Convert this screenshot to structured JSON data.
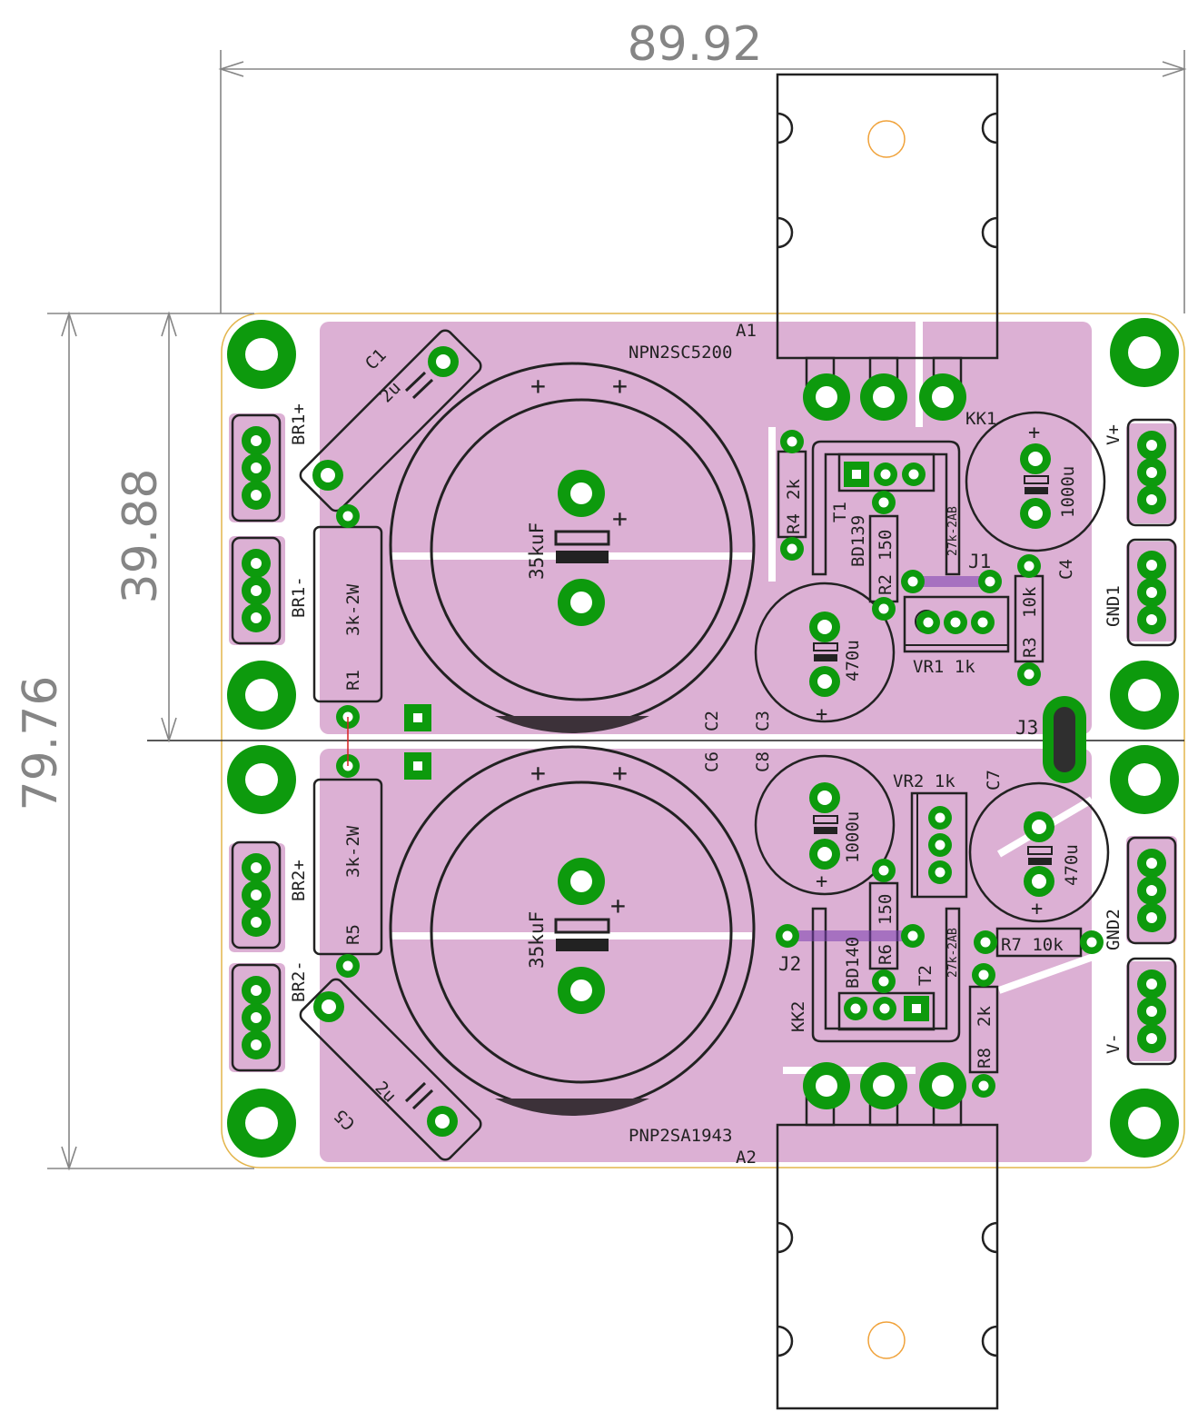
{
  "dimensions": {
    "width": "89.92",
    "height_total": "79.76",
    "height_half": "39.88"
  },
  "labels": {
    "a1": "A1",
    "npn": "NPN2SC5200",
    "kk1": "KK1",
    "c1": "C1",
    "c1_val": "2u",
    "br1p": "BR1+",
    "br1m": "BR1-",
    "r1_val": "3k-2W",
    "r1": "R1",
    "c2_val": "35kuF",
    "c2": "C2",
    "c3": "C3",
    "r4_val": "2k",
    "r4": "R4",
    "t1": "T1",
    "bd139": "BD139",
    "r2_val": "150",
    "r2": "R2",
    "pot1_part": "27k-2AB",
    "c4_val": "1000u",
    "c4": "C4",
    "j1": "J1",
    "r3_val": "10k",
    "r3": "R3",
    "vr1": "VR1 1k",
    "c3_val": "470u",
    "vplus": "V+",
    "gnd1": "GND1",
    "j3": "J3",
    "c6": "C6",
    "c8": "C8",
    "vr2": "VR2 1k",
    "c7": "C7",
    "c8_val": "1000u",
    "c7_val": "470u",
    "br2p": "BR2+",
    "br2m": "BR2-",
    "r5_val": "3k-2W",
    "r5": "R5",
    "c6_val": "35kuF",
    "bd140": "BD140",
    "r6_val": "150",
    "r6": "R6",
    "pot2_part": "27k-2AB",
    "t2": "T2",
    "j2": "J2",
    "kk2": "KK2",
    "r8_val": "2k",
    "r8": "R8",
    "r7": "R7 10k",
    "gnd2": "GND2",
    "vminus": "V-",
    "c5_val": "2u",
    "c5": "C5",
    "pnp": "PNP2SA1943",
    "a2": "A2",
    "plus": "+"
  },
  "colors": {
    "copper": "#dcb0d4",
    "pad_ring": "#0d9a0d",
    "pad_hole": "#ffffff",
    "via": "#2f2f2f",
    "silkscreen": "#222222",
    "dimension": "#858585",
    "board_edge": "#e3b54c",
    "jumper": "#7a3fb0",
    "trace_red": "#d62020"
  }
}
